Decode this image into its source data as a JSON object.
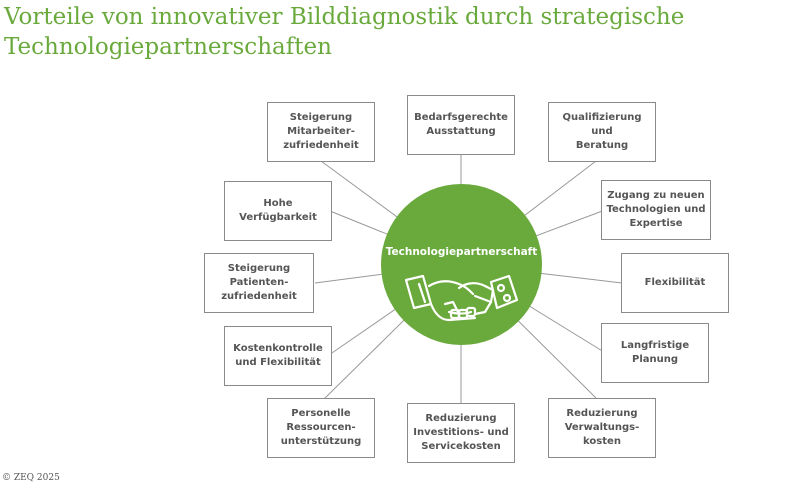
{
  "title": "Vorteile von innovativer Bilddiagnostik durch strategische Technologiepartnerschaften",
  "hub": {
    "label": "Technologiepartnerschaft",
    "icon": "handshake-human-robot-icon"
  },
  "boxes": {
    "mitarbeiterzufriedenheit": "Steigerung\nMitarbeiter-\nzufriedenheit",
    "ausstattung": "Bedarfsgerechte\nAusstattung",
    "qualifizierung": "Qualifizierung und\nBeratung",
    "verfuegbarkeit": "Hohe\nVerfügbarkeit",
    "technologien": "Zugang zu neuen\nTechnologien und\nExpertise",
    "patientenzufriedenheit": "Steigerung\nPatienten-\nzufriedenheit",
    "flexibilitaet": "Flexibilität",
    "kostenkontrolle": "Kostenkontrolle\nund Flexibilität",
    "planung": "Langfristige\nPlanung",
    "personelle": "Personelle\nRessourcen-\nunterstützung",
    "investitionskosten": "Reduzierung\nInvestitions- und\nServicekosten",
    "verwaltungskosten": "Reduzierung\nVerwaltungs-\nkosten"
  },
  "copyright": "© ZEQ 2025",
  "colors": {
    "accent": "#6aaa3d",
    "box_border": "#8a8a8a",
    "line": "#999999",
    "text": "#555555"
  }
}
